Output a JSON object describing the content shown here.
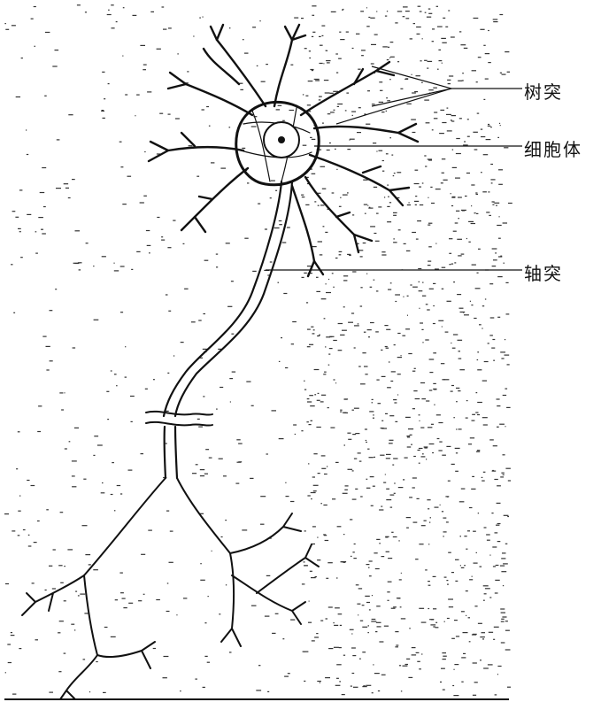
{
  "diagram": {
    "labels": {
      "dendrite": "树突",
      "cell_body": "细胞体",
      "axon": "轴突"
    },
    "ink_color": "#111111",
    "background": "#ffffff"
  }
}
